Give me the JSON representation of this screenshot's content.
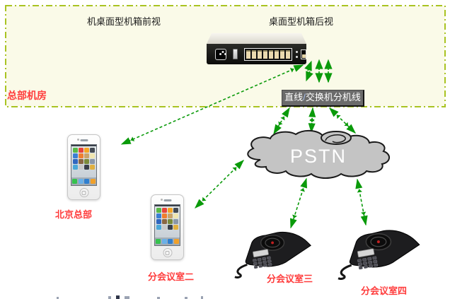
{
  "diagram_title": "voip-gateway-pstn-topology",
  "hq_box": {
    "label": "总部机房",
    "front_view_caption": "机桌面型机箱前视",
    "rear_view_caption": "桌面型机箱后视"
  },
  "gateway": {
    "description": "desktop-chassis-rear-view-image",
    "rj45_port_count": 8
  },
  "connection_label": {
    "parts": [
      "直线",
      "/",
      "交换机分机线"
    ]
  },
  "cloud": {
    "label": "PSTN"
  },
  "endpoints": [
    {
      "label": "北京总部",
      "type": "iphone"
    },
    {
      "label": "分会议室二",
      "type": "iphone"
    },
    {
      "label": "分会议室三",
      "type": "conference-phone"
    },
    {
      "label": "分会议室四",
      "type": "conference-phone"
    }
  ],
  "iphone_screen": {
    "app": [
      "#58b947",
      "#e8453c",
      "#f5a623",
      "#444a52",
      "#3b7fd4",
      "#f07f2e",
      "#caa46a",
      "#f0e6b0",
      "#2f66c0",
      "#8a6642",
      "#7a8a3a",
      "#8a97a8",
      "#49a7d8",
      "#c8c8c8",
      "#3a3f4a",
      "#e0b040"
    ],
    "dock": [
      "#35c24d",
      "#6ab0e8",
      "#2f7fd0",
      "#f0a02a"
    ]
  },
  "colors": {
    "box_bg": "#fafae8",
    "box_border": "#a9c322",
    "arrow": "#0a9a0a",
    "label_bg": "#6b6b6b",
    "label_text": "#ffffff",
    "red_text": "#ff3b3b",
    "cloud_fill": "#c4c4c4",
    "cloud_stroke": "#1a1a1a",
    "pstn_text": "#ffffff"
  }
}
